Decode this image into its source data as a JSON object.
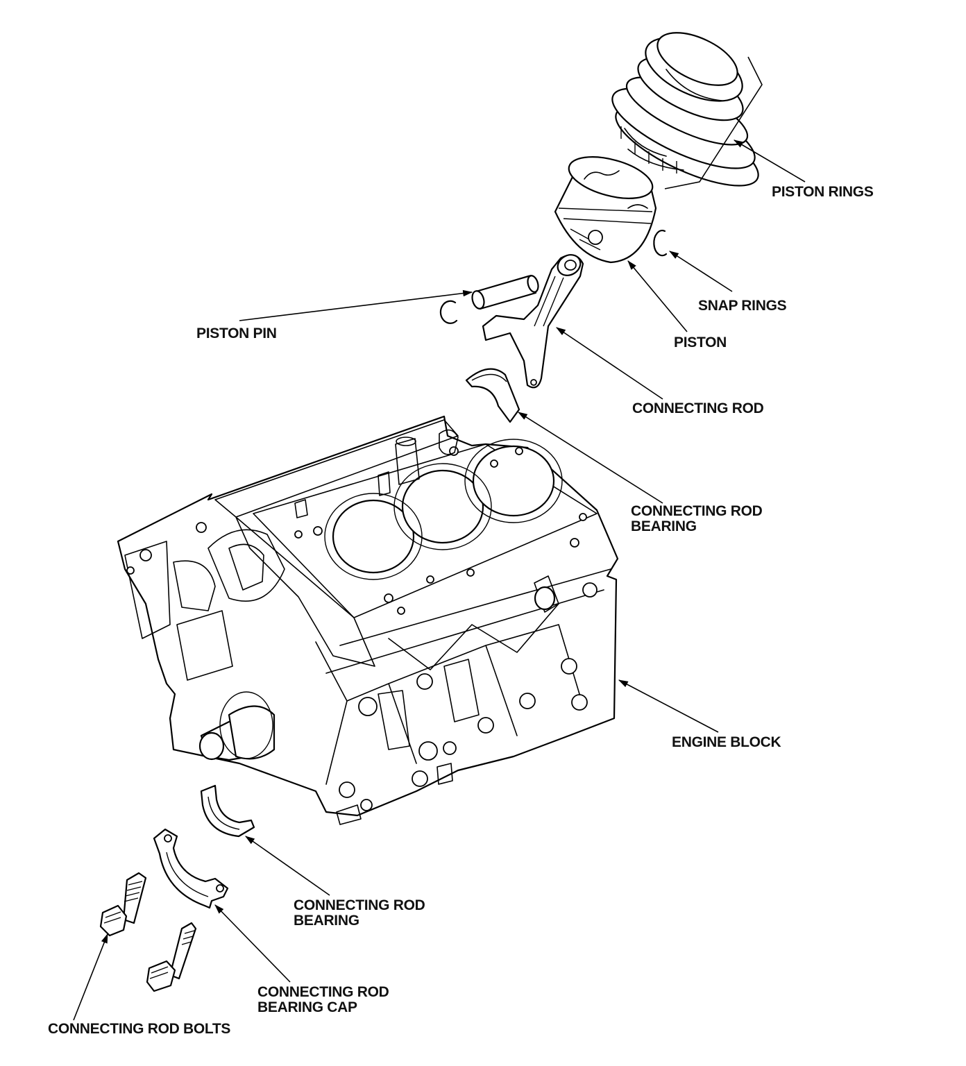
{
  "labels": {
    "piston_rings": "PISTON RINGS",
    "snap_rings": "SNAP RINGS",
    "piston": "PISTON",
    "piston_pin": "PISTON PIN",
    "connecting_rod": "CONNECTING ROD",
    "connecting_rod_bearing_upper": [
      "CONNECTING ROD",
      "BEARING"
    ],
    "engine_block": "ENGINE BLOCK",
    "connecting_rod_bearing_lower": [
      "CONNECTING ROD",
      "BEARING"
    ],
    "connecting_rod_bearing_cap": [
      "CONNECTING ROD",
      "BEARING CAP"
    ],
    "connecting_rod_bolts": "CONNECTING ROD BOLTS"
  }
}
